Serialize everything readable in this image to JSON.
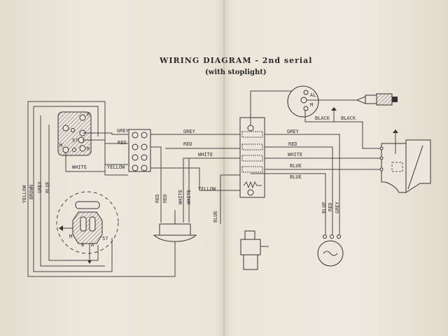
{
  "title": "WIRING DIAGRAM - 2nd serial",
  "subtitle": "(with stoplight)",
  "left_wires": [
    "YELLOW",
    "BROWN",
    "GREY",
    "BLUE"
  ],
  "switch_terminals": [
    "R",
    "57",
    "M",
    "R"
  ],
  "block1_labels": {
    "grey": "GREY",
    "red": "RED",
    "white": "WHITE",
    "yellow": "YELLOW"
  },
  "mid_labels": {
    "grey": "GREY",
    "red": "RED",
    "white": "WHITE",
    "yellow": "YELLOW",
    "blue": "BLUE"
  },
  "lamp_wires": [
    "RED",
    "RED",
    "WHITE",
    "WHITE"
  ],
  "right_labels": {
    "grey": "GREY",
    "red": "RED",
    "white": "WHITE",
    "blue1": "BLUE",
    "blue2": "BLUE"
  },
  "horn_wires": [
    "BLUE",
    "RED",
    "GREY"
  ],
  "coil_terminals": [
    "AL",
    "M"
  ],
  "black_labels": [
    "BLACK",
    "BLACK"
  ],
  "magneto_terminals": [
    "M",
    "B",
    "A",
    "57"
  ]
}
